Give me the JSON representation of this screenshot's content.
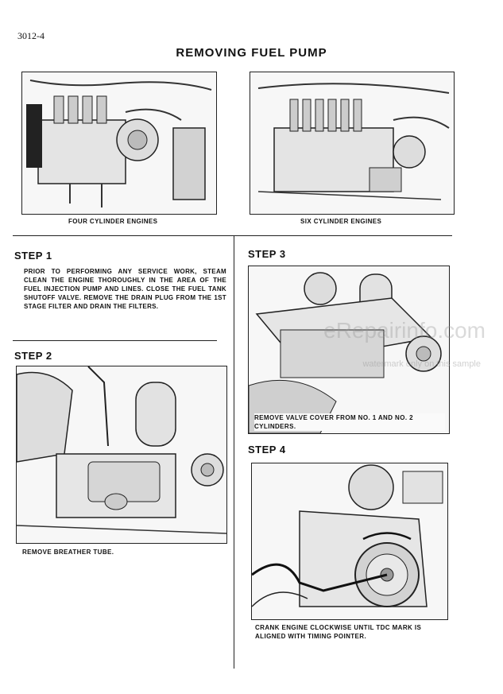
{
  "page_number": "3012-4",
  "title": "REMOVING FUEL PUMP",
  "figures": {
    "four_cyl_caption": "FOUR CYLINDER ENGINES",
    "six_cyl_caption": "SIX CYLINDER ENGINES"
  },
  "steps": [
    {
      "heading": "STEP 1",
      "text": "PRIOR TO PERFORMING ANY SERVICE WORK, STEAM CLEAN THE ENGINE THOROUGHLY IN THE AREA OF THE FUEL INJECTION PUMP AND LINES. CLOSE THE FUEL TANK SHUTOFF VALVE. REMOVE THE DRAIN PLUG FROM THE 1ST STAGE FILTER AND DRAIN THE FILTERS."
    },
    {
      "heading": "STEP 2",
      "caption": "REMOVE BREATHER TUBE."
    },
    {
      "heading": "STEP 3",
      "caption": "REMOVE VALVE COVER FROM NO. 1 AND NO. 2 CYLINDERS."
    },
    {
      "heading": "STEP 4",
      "caption": "CRANK ENGINE CLOCKWISE UNTIL TDC MARK IS ALIGNED WITH TIMING POINTER."
    }
  ],
  "watermark": {
    "line1": "eRepairinfo.com",
    "line2": "watermark only on this sample"
  }
}
